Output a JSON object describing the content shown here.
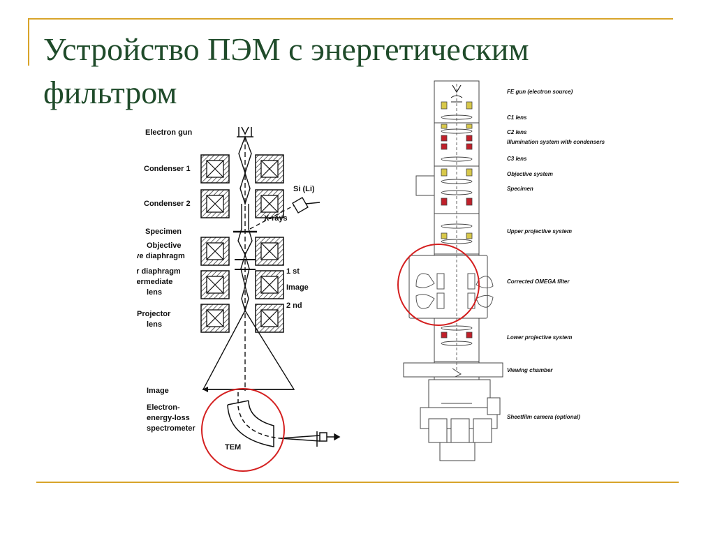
{
  "slide": {
    "title_line1": "Устройство ПЭМ с энергетическим",
    "title_line2": "фильтром",
    "accent_color": "#d8a42a",
    "title_color": "#1f4b2a",
    "highlight_color": "#d42020"
  },
  "left_diagram": {
    "labels": {
      "electron_gun": "Electron gun",
      "condenser1": "Condenser 1",
      "condenser2": "Condenser 2",
      "sili": "Si (Li)",
      "xrays": "X-rays",
      "specimen": "Specimen",
      "objective": "Objective",
      "objective_diaphragm": "Objective diaphragm",
      "selector_diaphragm": "Selector diaphragm",
      "intermediate": "Intermediate",
      "lens1": "lens",
      "first": "1 st",
      "image1": "Image",
      "projector": "Projector",
      "lens2": "lens",
      "second": "2 nd",
      "image2": "Image",
      "eels1": "Electron-",
      "eels2": "energy-loss",
      "eels3": "spectrometer",
      "tem": "TEM"
    }
  },
  "right_diagram": {
    "labels": {
      "fe_gun": "FE gun (electron source)",
      "c1": "C1 lens",
      "c2": "C2 lens",
      "illumination": "Illumination system with condensers",
      "c3": "C3 lens",
      "objective_system": "Objective system",
      "specimen": "Specimen",
      "upper_projective": "Upper projective system",
      "omega": "Corrected OMEGA filter",
      "lower_projective": "Lower projective system",
      "viewing": "Viewing chamber",
      "sheetfilm": "Sheetfilm camera (optional)"
    }
  }
}
